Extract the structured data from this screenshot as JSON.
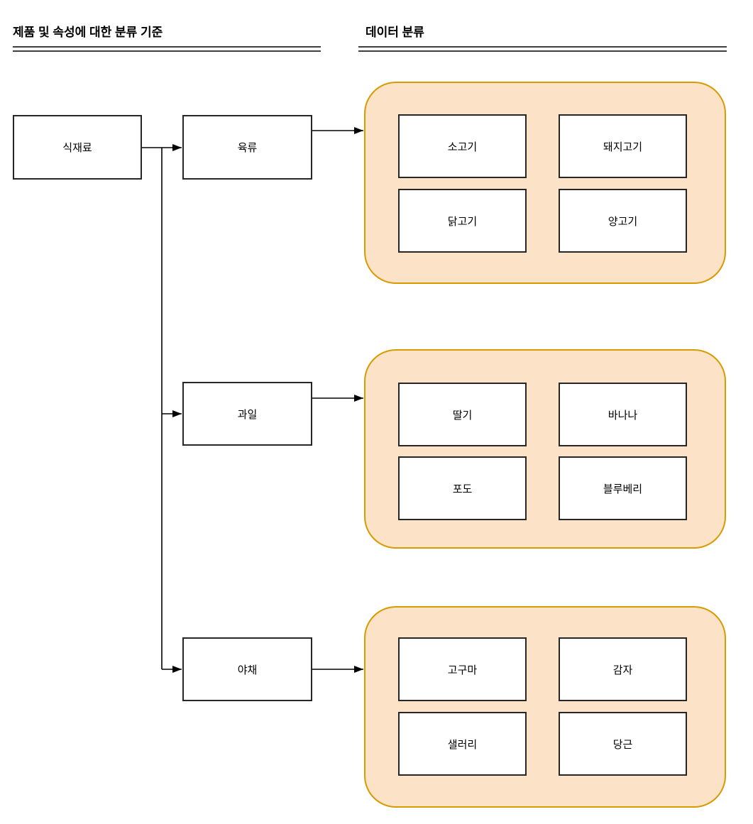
{
  "titles": {
    "left": "제품 및 속성에 대한 분류 기준",
    "right": "데이터 분류"
  },
  "root": {
    "label": "식재료"
  },
  "categories": [
    {
      "label": "육류",
      "items": [
        "소고기",
        "돼지고기",
        "닭고기",
        "양고기"
      ]
    },
    {
      "label": "과일",
      "items": [
        "딸기",
        "바나나",
        "포도",
        "블루베리"
      ]
    },
    {
      "label": "야채",
      "items": [
        "고구마",
        "감자",
        "샐러리",
        "당근"
      ]
    }
  ],
  "colors": {
    "group_fill": "#FCE2C6",
    "group_border": "#D79B00",
    "node_border": "#262626",
    "connector": "#000000",
    "title_rule": "#3F3F3F"
  }
}
